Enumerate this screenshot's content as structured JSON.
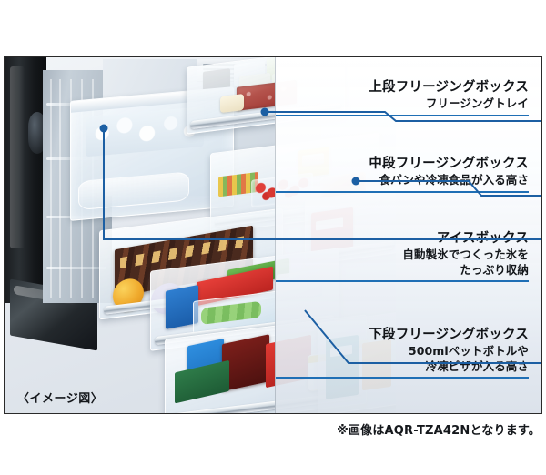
{
  "panel": {
    "caption": "〈イメージ図〉",
    "footnote": "※画像はAQR-TZA42Nとなります。",
    "accent_color": "#1f6fb5",
    "leader_dot_color": "#1c5fa3"
  },
  "photo": {
    "alt_name": "refrigerator-freezer-open-drawers-photo"
  },
  "labels": [
    {
      "id": "upper-freezing-box",
      "title": "上段フリージングボックス",
      "subtitle": [
        "フリージングトレイ"
      ]
    },
    {
      "id": "middle-freezing-box",
      "title": "中段フリージングボックス",
      "subtitle": [
        "食パンや冷凍食品が入る高さ"
      ]
    },
    {
      "id": "ice-box",
      "title": "アイスボックス",
      "subtitle": [
        "自動製氷でつくった氷を",
        "たっぷり収納"
      ]
    },
    {
      "id": "lower-freezing-box",
      "title": "下段フリージングボックス",
      "subtitle": [
        "500mlペットボトルや",
        "冷凍ピザが入る高さ"
      ]
    }
  ]
}
